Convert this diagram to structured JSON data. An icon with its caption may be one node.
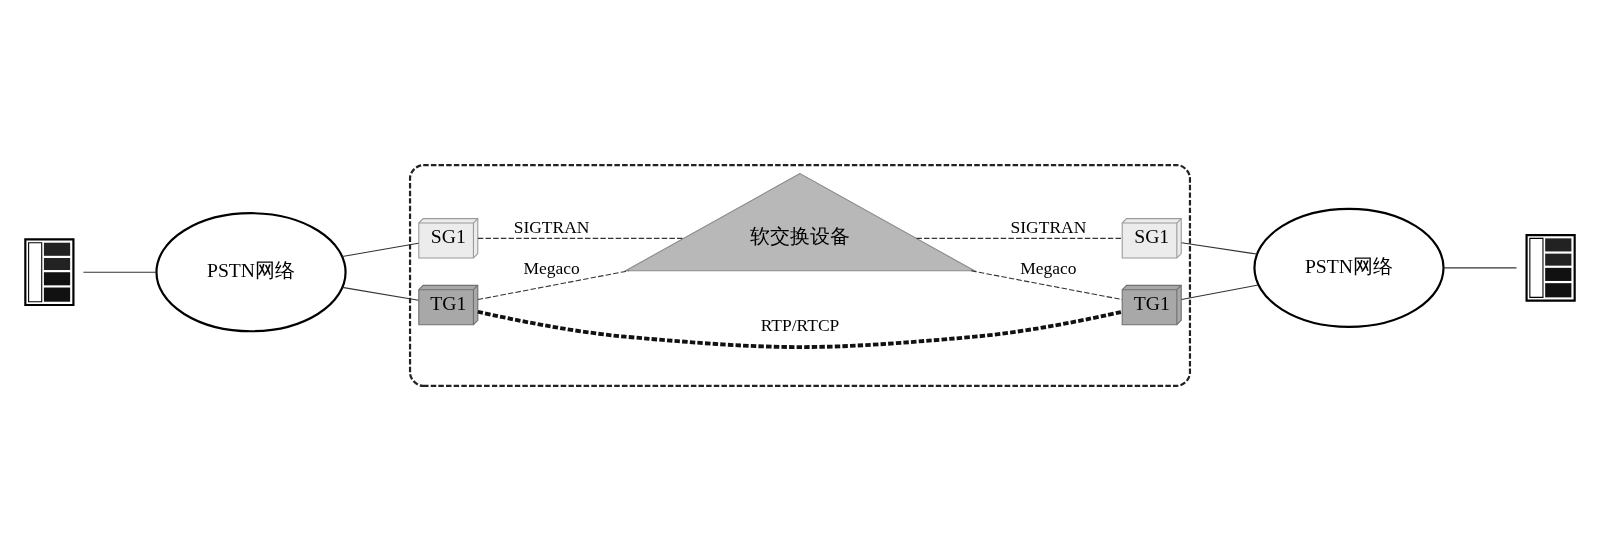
{
  "diagram": {
    "nodes": [
      {
        "text": [],
        "shape": "ellipse"
      },
      {
        "text": [
          "软交换设备"
        ],
        "in": 0
      },
      {
        "text": [
          "SG1"
        ],
        "in": 0
      },
      {
        "text": [
          "SG1"
        ],
        "in": 0
      },
      {
        "text": [
          "PSTN网络"
        ]
      },
      {
        "text": [
          "PSTN网络"
        ]
      },
      {
        "text": [
          "TG1"
        ],
        "in": 0
      },
      {
        "text": [
          "TG1"
        ],
        "in": 0
      },
      {
        "text": [],
        "shape": "picture"
      },
      {
        "text": [],
        "shape": "picture"
      }
    ],
    "edges": [
      {
        "from": 8,
        "to": 4,
        "arrow": "none"
      },
      {
        "from": 4,
        "to": 2,
        "arrow": "none"
      },
      {
        "from": 4,
        "to": 6,
        "arrow": "none"
      },
      {
        "from": 2,
        "to": 1,
        "arrow": "none",
        "label": "SIGTRAN",
        "style": "dashed"
      },
      {
        "from": 6,
        "to": 1,
        "arrow": "none",
        "label": "Megaco",
        "style": "dashed"
      },
      {
        "from": 1,
        "to": 3,
        "arrow": "none",
        "label": "SIGTRAN",
        "style": "dashed"
      },
      {
        "from": 1,
        "to": 7,
        "arrow": "none",
        "label": "Megaco",
        "style": "dashed"
      },
      {
        "from": 6,
        "to": 7,
        "arrow": "none",
        "label": "RTP/RTCP",
        "style": "dashed"
      },
      {
        "from": 3,
        "to": 5,
        "arrow": "none"
      },
      {
        "from": 7,
        "to": 5,
        "arrow": "none"
      },
      {
        "from": 5,
        "to": 9,
        "arrow": "none"
      }
    ]
  }
}
